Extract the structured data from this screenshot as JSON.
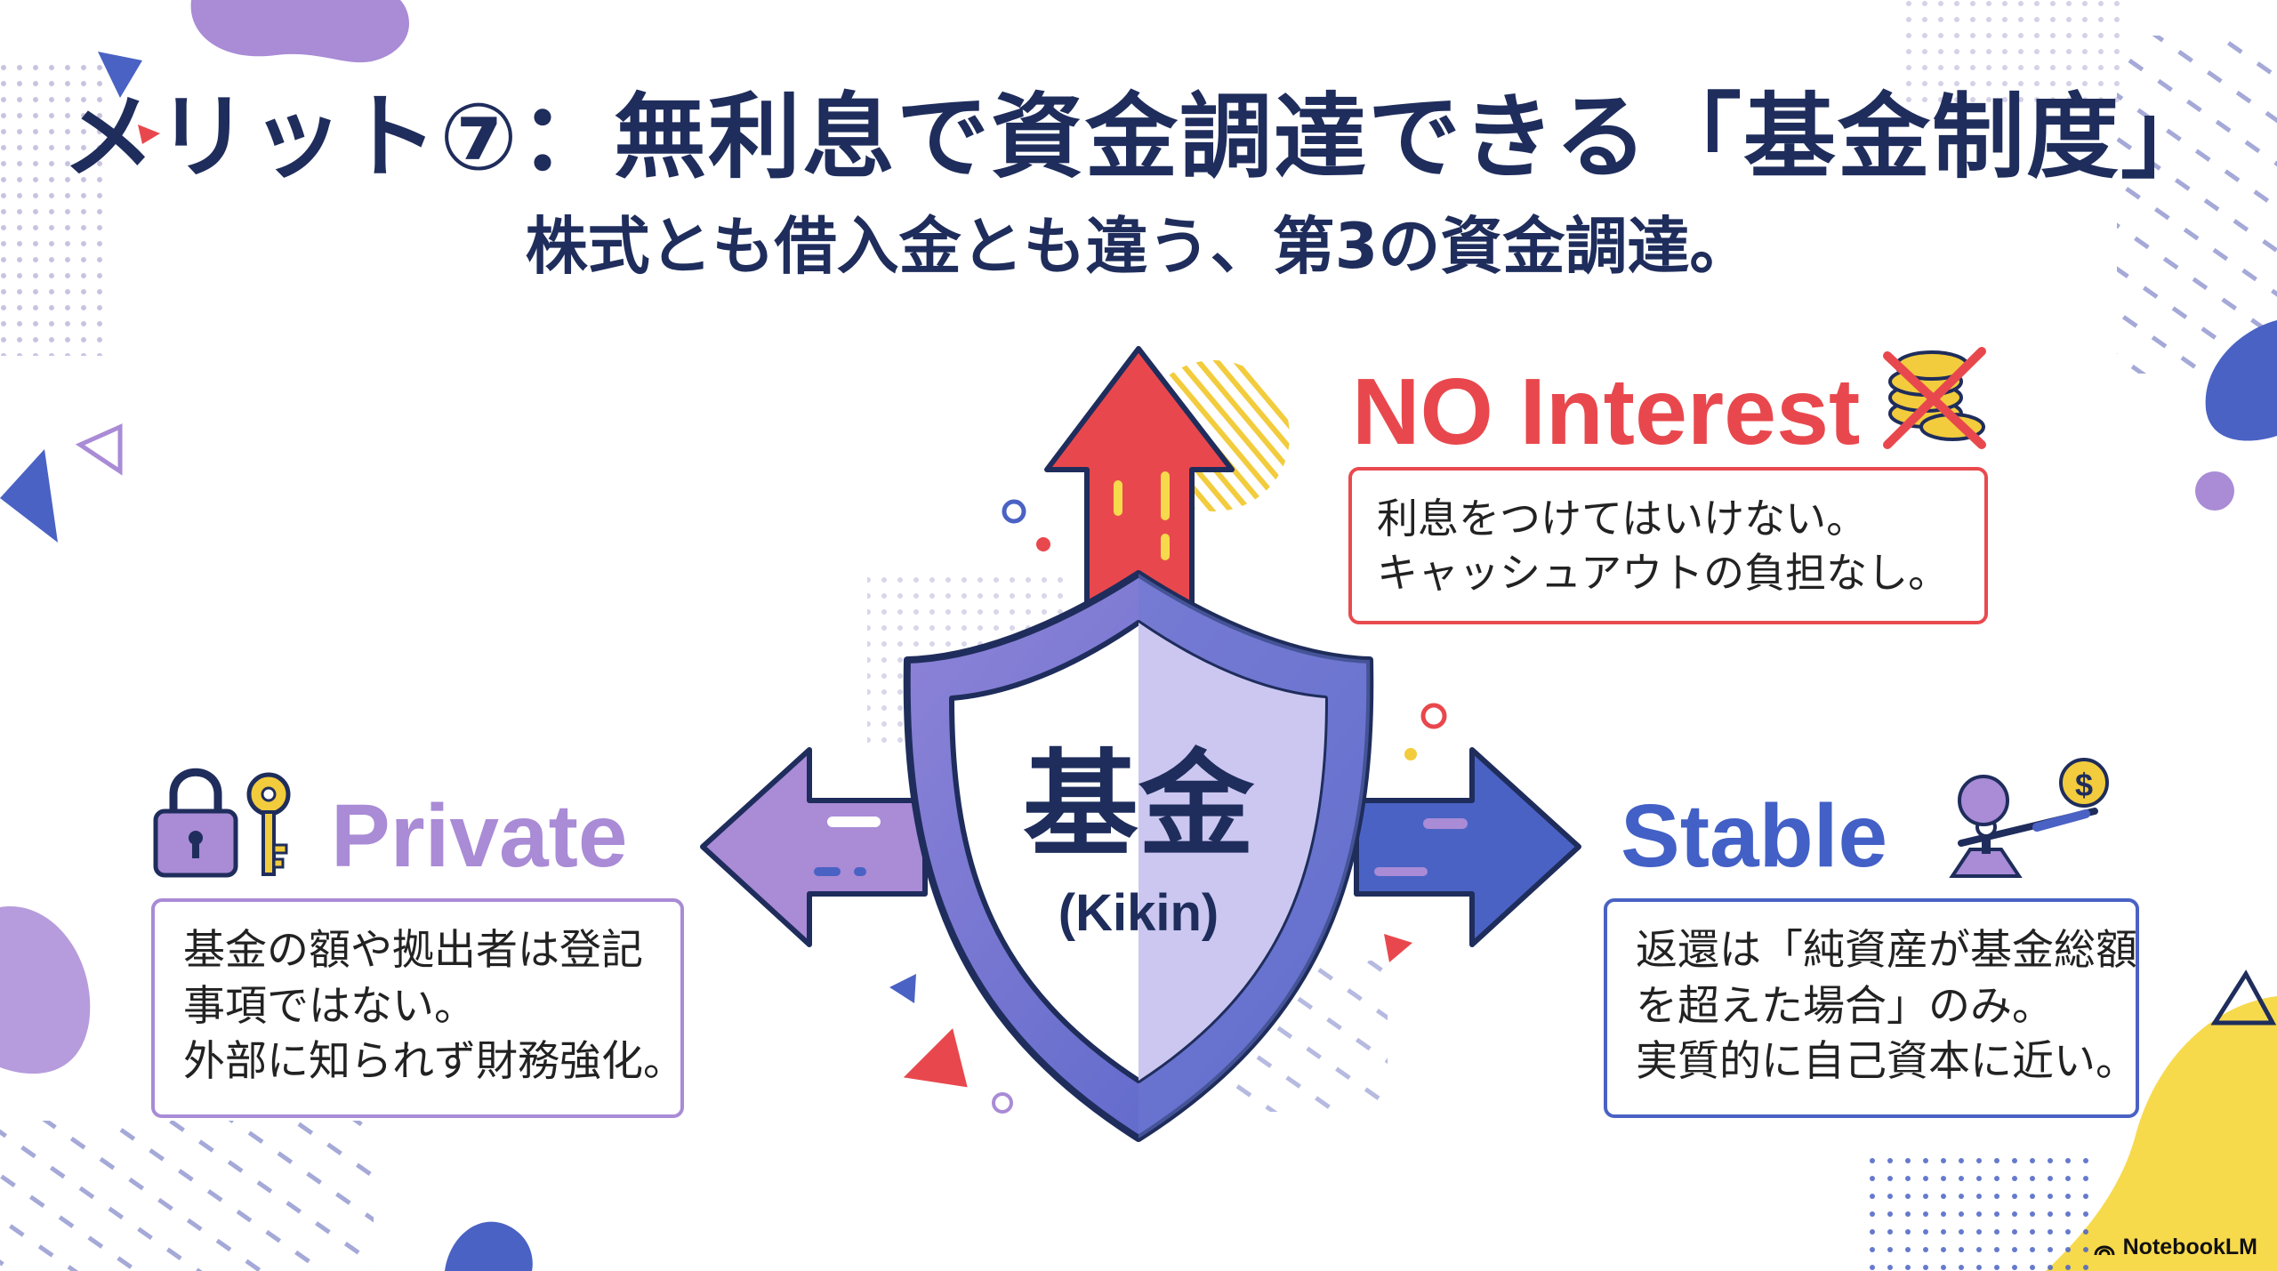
{
  "title": "メリット⑦：無利息で資金調達できる「基金制度」",
  "subtitle": "株式とも借入金とも違う、第3の資金調達。",
  "center": {
    "main": "基金",
    "sub": "(Kikin)"
  },
  "features": {
    "no_interest": {
      "heading": "NO Interest",
      "lines": [
        "利息をつけてはいけない。",
        "キャッシュアウトの負担なし。"
      ],
      "color": "#e8484d"
    },
    "private": {
      "heading": "Private",
      "lines": [
        "基金の額や拠出者は登記",
        "事項ではない。",
        "外部に知られず財務強化。"
      ],
      "color": "#a98bd6"
    },
    "stable": {
      "heading": "Stable",
      "lines": [
        "返還は「純資産が基金総額",
        "を超えた場合」のみ。",
        "実質的に自己資本に近い。"
      ],
      "color": "#4260c6"
    }
  },
  "icons": {
    "no_interest": "crossed-coins-icon",
    "private": [
      "padlock-icon",
      "key-icon"
    ],
    "stable": "balance-scale-icon"
  },
  "brand": "NotebookLM"
}
